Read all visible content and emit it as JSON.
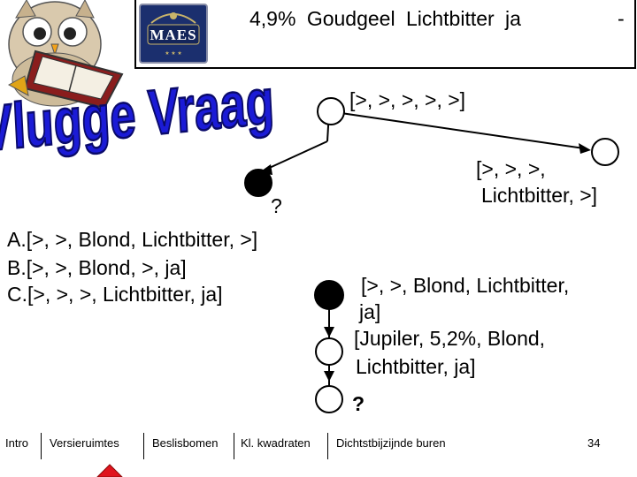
{
  "header": {
    "brand": "MAES",
    "attributes": "4,9%  Goudgeel  Lichtbitter  ja",
    "dash": "-"
  },
  "title_art": "Vlugge Vraag",
  "tree": {
    "root_label": "[>, >, >, >, >]",
    "right_label_line1": "[>, >, >,",
    "right_label_line2": "Lichtbitter, >]",
    "left_unknown": "?",
    "mid_label_line1": "[>, >, Blond, Lichtbitter,",
    "mid_label_line2": "ja]",
    "leaf_label_line1": "[Jupiler, 5,2%, Blond,",
    "leaf_label_line2": "Lichtbitter, ja]",
    "bottom_unknown": "?"
  },
  "options": [
    "A.[>, >, Blond, Lichtbitter, >]",
    "B.[>, >, Blond, >, ja]",
    "C.[>, >, >, Lichtbitter, ja]"
  ],
  "footer": {
    "nav": [
      "Intro",
      "Versieruimtes",
      "Beslisbomen",
      "Kl. kwadraten",
      "Dichtstbijzijnde buren"
    ],
    "page": "34"
  },
  "colors": {
    "title_fill": "#1b1bd6",
    "accent": "#e0141e",
    "logo_bg": "#1b2f6e"
  }
}
